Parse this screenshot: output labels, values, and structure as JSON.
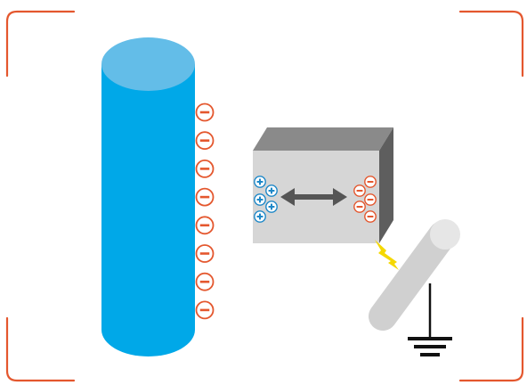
{
  "colors": {
    "frame_corner": "#E4572E",
    "cylinder_body": "#00A8E8",
    "cylinder_top": "#63BDE8",
    "negative_charge": "#E4572E",
    "positive_charge": "#1E88C8",
    "block_front": "#D6D6D6",
    "block_top": "#8A8A8A",
    "block_side": "#5E5E5E",
    "arrow": "#555555",
    "spark": "#F5D800",
    "rod": "#D0D0D0",
    "rod_end": "#E6E6E6",
    "ground": "#111111"
  },
  "icons": {
    "frame": "corner-bracket-frame-icon",
    "cylinder_charges": "negative-charge-icon",
    "block_left_charges": "positive-charge-icon",
    "block_right_charges": "negative-charge-icon",
    "spark": "lightning-spark-icon",
    "ground": "ground-symbol-icon"
  },
  "diagram": {
    "cylinder_negative_charge_count": 8,
    "block_positive_charge_count": 5,
    "block_negative_charge_count": 5,
    "arrow_direction": "double-headed-horizontal"
  }
}
